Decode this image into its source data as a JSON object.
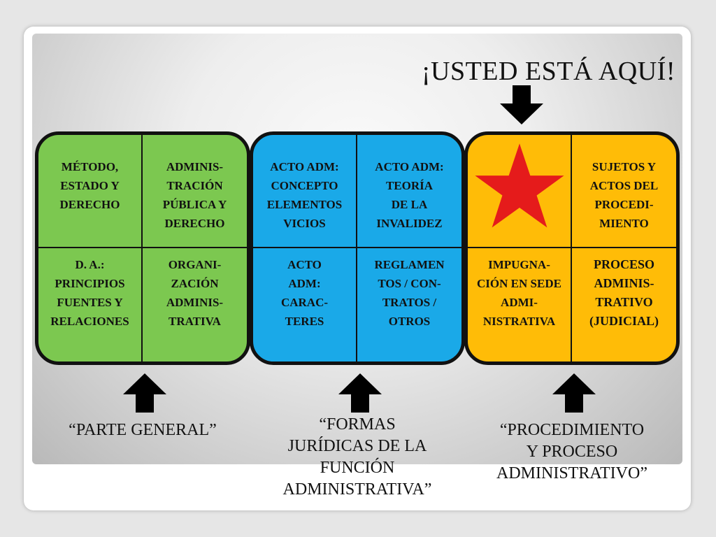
{
  "heading": "¡USTED ESTÁ AQUÍ!",
  "groups": {
    "green": {
      "color": "#7cc850",
      "cells": [
        "MÉTODO,\nESTADO Y\nDERECHO",
        "ADMINIS-\nTRACIÓN\nPÚBLICA Y\nDERECHO",
        "D. A.:\nPRINCIPIOS\nFUENTES Y\nRELACIONES",
        "ORGANI-\nZACIÓN\nADMINIS-\nTRATIVA"
      ]
    },
    "blue": {
      "color": "#1aa9e8",
      "cells": [
        "ACTO ADM:\nCONCEPTO\nELEMENTOS\nVICIOS",
        "ACTO ADM:\nTEORÍA\nDE LA\nINVALIDEZ",
        "ACTO\nADM:\nCARAC-\nTERES",
        "REGLAMEN\nTOS / CON-\nTRATOS /\nOTROS"
      ]
    },
    "orange": {
      "color": "#ffbc07",
      "star_color": "#e51b1b",
      "cells": [
        "",
        "SUJETOS Y\nACTOS DEL\nPROCEDI-\nMIENTO",
        "IMPUGNA-\nCIÓN EN SEDE\nADMI-\nNISTRATIVA",
        "PROCESO\nADMINIS-\nTRATIVO\n(JUDICIAL)"
      ]
    }
  },
  "captions": {
    "green": "“PARTE GENERAL”",
    "blue": "“FORMAS\nJURÍDICAS  DE LA\nFUNCIÓN\nADMINISTRATIVA”",
    "orange": "“PROCEDIMIENTO\nY PROCESO\nADMINISTRATIVO”"
  }
}
